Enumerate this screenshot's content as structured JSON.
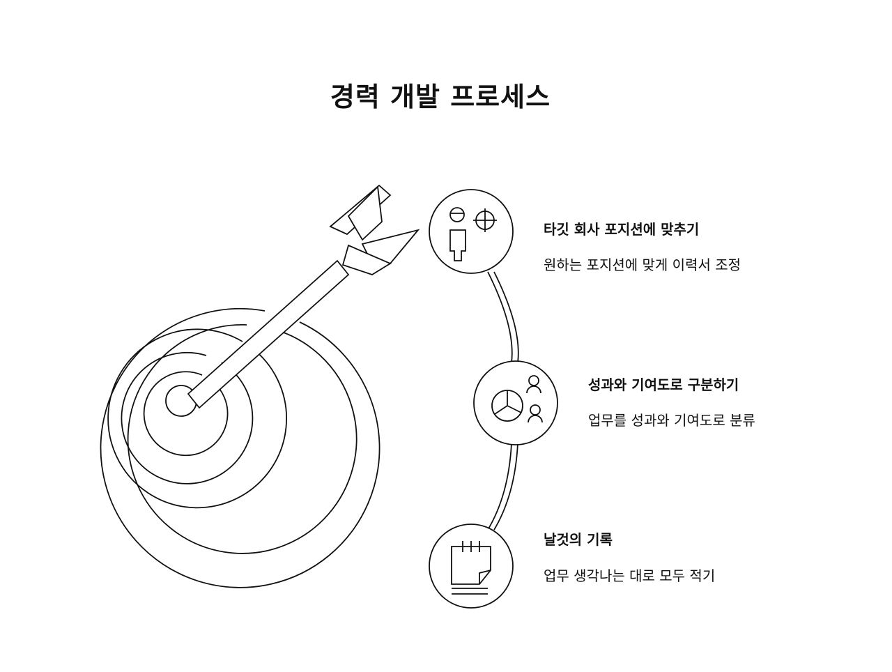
{
  "title": "경력 개발 프로세스",
  "steps": [
    {
      "title": "타깃 회사 포지션에 맞추기",
      "description": "원하는 포지션에 맞게 이력서 조정",
      "icon": "target-person-icon"
    },
    {
      "title": "성과와 기여도로 구분하기",
      "description": "업무를 성과와 기여도로 분류",
      "icon": "pie-chart-people-icon"
    },
    {
      "title": "날것의 기록",
      "description": "업무 생각나는 대로 모두 적기",
      "icon": "notepad-icon"
    }
  ],
  "colors": {
    "stroke": "#111111",
    "background": "#ffffff"
  }
}
